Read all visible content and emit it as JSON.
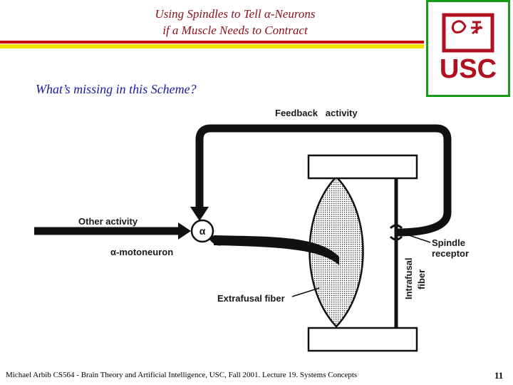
{
  "slide": {
    "title_line1_pre": "Using Spindles to Tell ",
    "title_alpha": "α",
    "title_line1_post": "-Neurons",
    "title_line2": "if a Muscle Needs to Contract",
    "subtitle": "What’s missing in this Scheme?"
  },
  "logo": {
    "text": "USC"
  },
  "diagram": {
    "feedback_label": "Feedback   activity",
    "other_activity_label": "Other activity",
    "alpha_symbol": "α",
    "motoneuron_label": "α-motoneuron",
    "spindle_label_line1": "Spindle",
    "spindle_label_line2": "receptor",
    "intrafusal_label_line1": "Intrafusal",
    "intrafusal_label_line2": "fiber",
    "extrafusal_label": "Extrafusal fiber"
  },
  "footer": {
    "credit": "Michael Arbib CS564 - Brain Theory and Artificial Intelligence,  USC, Fall 2001. Lecture 19. Systems Concepts",
    "page_number": "11"
  },
  "colors": {
    "title": "#8b0f1a",
    "subtitle": "#1a1aa0",
    "rule_red": "#c80000",
    "rule_yellow": "#f0e000",
    "logo_border": "#1a9a1a",
    "logo_ink": "#b01020"
  }
}
